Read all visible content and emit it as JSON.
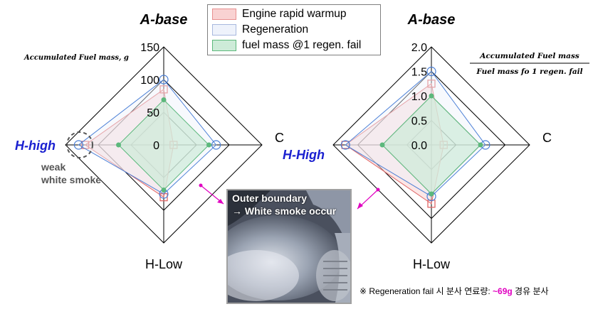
{
  "legend": {
    "items": [
      {
        "label": "Engine rapid warmup",
        "fill": "#f9d2d2",
        "stroke": "#e89090"
      },
      {
        "label": "Regeneration",
        "fill": "#eef2fb",
        "stroke": "#a8b8de"
      },
      {
        "label": "fuel mass @1 regen. fail",
        "fill": "#cdebd8",
        "stroke": "#5cb87c"
      }
    ]
  },
  "colors": {
    "warmup_line": "#e06666",
    "regen_line": "#4a7fd6",
    "fail_line": "#5cb87c",
    "axis_label_blue": "#1a20d0",
    "highlight_magenta": "#e000c0",
    "circle_dash": "#555555"
  },
  "chart_data": [
    {
      "type": "radar",
      "title": "A-base",
      "ylabel": "Accumulated Fuel mass, g",
      "axes": [
        "A-base",
        "C",
        "H-Low",
        "H-high"
      ],
      "range": [
        0,
        150
      ],
      "ticks": [
        "0",
        "50",
        "100",
        "150"
      ],
      "series": [
        {
          "name": "Engine rapid warmup",
          "values": [
            85,
            15,
            80,
            120
          ],
          "marker": "square"
        },
        {
          "name": "Regeneration",
          "values": [
            100,
            80,
            75,
            130
          ],
          "marker": "circle"
        },
        {
          "name": "fuel mass @1 regen. fail",
          "values": [
            69,
            69,
            69,
            69
          ],
          "marker": "dot"
        }
      ],
      "annotation": {
        "line1": "weak",
        "line2": "white smoke"
      }
    },
    {
      "type": "radar",
      "title": "A-base",
      "ylabel_numerator": "Accumulated Fuel mass",
      "ylabel_denominator": "Fuel mass fo 1 regen. fail",
      "axes": [
        "A-base",
        "C",
        "H-Low",
        "H-High"
      ],
      "range": [
        0,
        2.0
      ],
      "ticks": [
        "0.0",
        "0.5",
        "1.0",
        "1.5",
        "2.0"
      ],
      "series": [
        {
          "name": "Engine rapid warmup",
          "values": [
            1.25,
            0.25,
            1.2,
            1.75
          ],
          "marker": "square"
        },
        {
          "name": "Regeneration",
          "values": [
            1.5,
            1.1,
            1.05,
            1.75
          ],
          "marker": "circle"
        },
        {
          "name": "fuel mass @1 regen. fail",
          "values": [
            1.0,
            1.0,
            1.0,
            1.0
          ],
          "marker": "dot"
        }
      ]
    }
  ],
  "photo": {
    "caption_line1": "Outer boundary",
    "caption_line2": "→ White smoke occur"
  },
  "footnote": {
    "prefix": "※ Regeneration fail 시 분사 연료량: ",
    "highlight": "~69g",
    "suffix": " 경유 분사"
  }
}
